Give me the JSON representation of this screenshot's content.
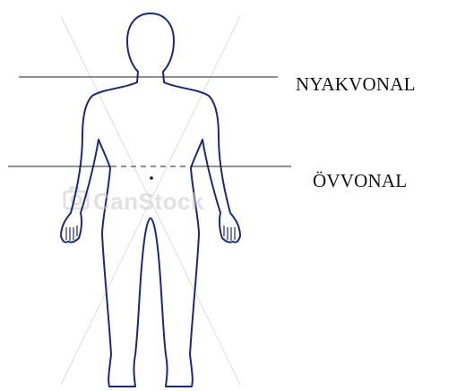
{
  "labels": {
    "neck_line": "NYAKVONAL",
    "waist_line": "ÖVVONAL"
  },
  "watermark": {
    "text": "CanStock"
  },
  "colors": {
    "body_outline": "#1e2a6e",
    "reference_lines": "#222222",
    "watermark": "#c9c9c9",
    "background": "#ffffff"
  }
}
